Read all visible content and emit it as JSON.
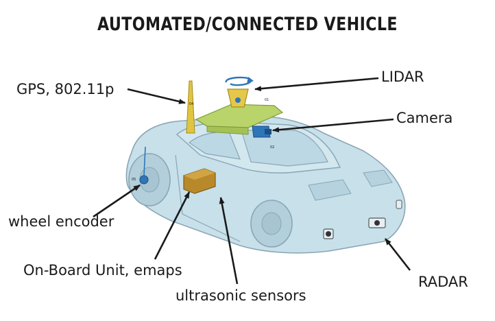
{
  "title": "AUTOMATED/CONNECTED VEHICLE",
  "labels": {
    "gps": "GPS, 802.11p",
    "lidar": "LIDAR",
    "camera": "Camera",
    "wheel_encoder": "wheel encoder",
    "obu": "On-Board Unit, emaps",
    "ultrasonic": "ultrasonic sensors",
    "radar": "RADAR"
  },
  "part_markers": {
    "lidar": "01",
    "camera": "02",
    "antenna": "04",
    "wheel": "05"
  },
  "colors": {
    "body": "#c7e0ea",
    "body_stroke": "#8aa5b4",
    "roof_mount": "#b8d46a",
    "antenna": "#e0c540",
    "obu_box": "#b8892a",
    "camera": "#2e76b8",
    "text": "#1a1a1a"
  }
}
